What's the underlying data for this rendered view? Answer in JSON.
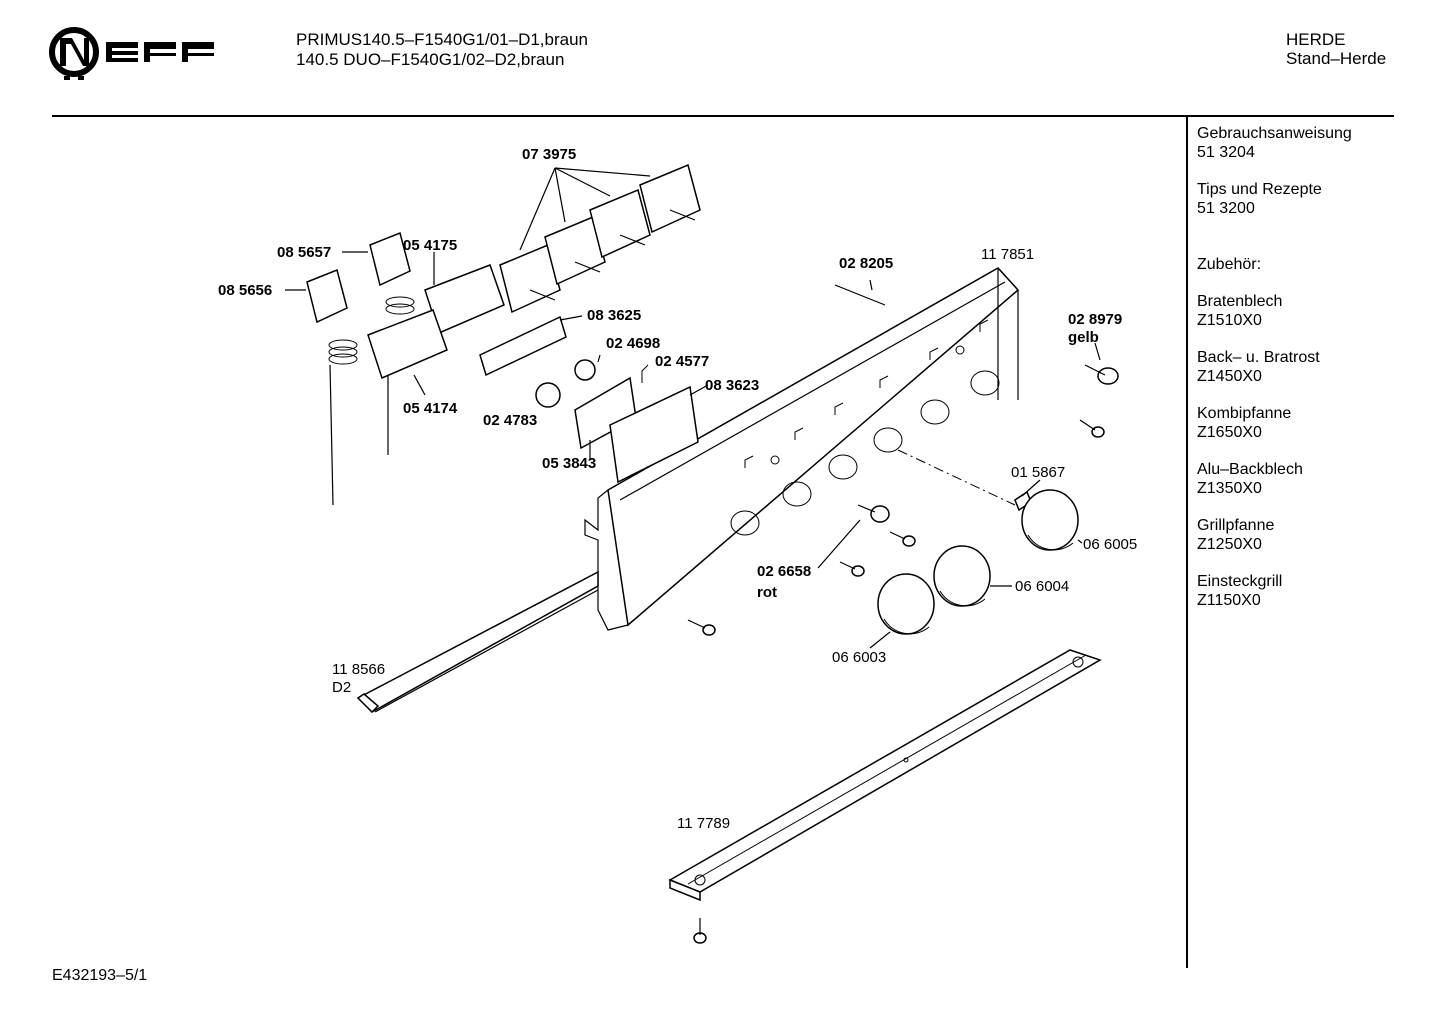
{
  "header": {
    "model_line_1": "PRIMUS140.5–F1540G1/01–D1,braun",
    "model_line_2": "140.5 DUO–F1540G1/02–D2,braun",
    "category_1": "HERDE",
    "category_2": "Stand–Herde",
    "logo_text": "NEFF"
  },
  "sidebar": {
    "manuals": [
      {
        "label": "Gebrauchsanweisung",
        "number": "51 3204"
      },
      {
        "label": "Tips und Rezepte",
        "number": "51 3200"
      }
    ],
    "accessories_heading": "Zubehör:",
    "accessories": [
      {
        "label": "Bratenblech",
        "number": "Z1510X0"
      },
      {
        "label": "Back– u. Bratrost",
        "number": "Z1450X0"
      },
      {
        "label": "Kombipfanne",
        "number": "Z1650X0"
      },
      {
        "label": "Alu–Backblech",
        "number": "Z1350X0"
      },
      {
        "label": "Grillpfanne",
        "number": "Z1250X0"
      },
      {
        "label": "Einsteckgrill",
        "number": "Z1150X0"
      }
    ]
  },
  "parts": {
    "p073975": "07 3975",
    "p085657": "08 5657",
    "p054175": "05 4175",
    "p085656": "08 5656",
    "p083625": "08 3625",
    "p024698": "02 4698",
    "p024577": "02 4577",
    "p083623": "08 3623",
    "p054174": "05 4174",
    "p024783": "02 4783",
    "p053843": "05 3843",
    "p028205": "02 8205",
    "p117851": "11 7851",
    "p028979": "02 8979",
    "p028979_color": "gelb",
    "p015867": "01 5867",
    "p066005": "06 6005",
    "p026658": "02 6658",
    "p026658_color": "rot",
    "p066004": "06 6004",
    "p066003": "06 6003",
    "p118566": "11 8566",
    "p118566_variant": "D2",
    "p117789": "11 7789"
  },
  "footer": {
    "drawing_number": "E432193–5/1"
  }
}
